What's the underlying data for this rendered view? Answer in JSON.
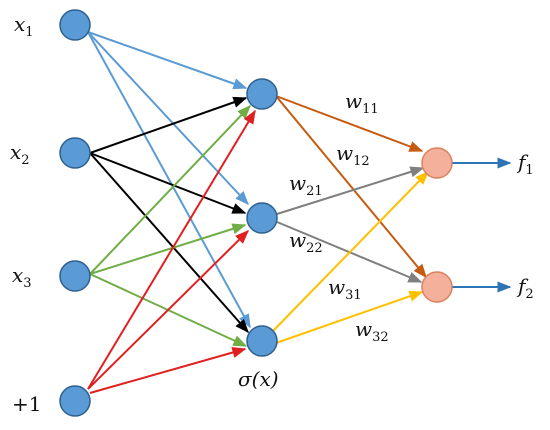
{
  "diagram": {
    "input_labels": {
      "x1": {
        "base": "x",
        "sub": "1"
      },
      "x2": {
        "base": "x",
        "sub": "2"
      },
      "x3": {
        "base": "x",
        "sub": "3"
      },
      "bias": {
        "text": "+1"
      }
    },
    "activation_label": "σ(x)",
    "weights": {
      "w11": {
        "base": "w",
        "sub": "11"
      },
      "w12": {
        "base": "w",
        "sub": "12"
      },
      "w21": {
        "base": "w",
        "sub": "21"
      },
      "w22": {
        "base": "w",
        "sub": "22"
      },
      "w31": {
        "base": "w",
        "sub": "31"
      },
      "w32": {
        "base": "w",
        "sub": "32"
      }
    },
    "output_labels": {
      "f1": {
        "base": "f",
        "sub": "1"
      },
      "f2": {
        "base": "f",
        "sub": "2"
      }
    },
    "colors": {
      "x1_edges": "#5b9bd5",
      "x2_edges": "#000000",
      "x3_edges": "#70ad47",
      "bias_edges": "#e02020",
      "h1_edges": "#c55a11",
      "h2_edges": "#7f7f7f",
      "h3_edges": "#ffc000",
      "output_arrows": "#2e75b6",
      "input_node_fill": "#5b9bd5",
      "output_node_fill": "#f4b09a"
    }
  }
}
